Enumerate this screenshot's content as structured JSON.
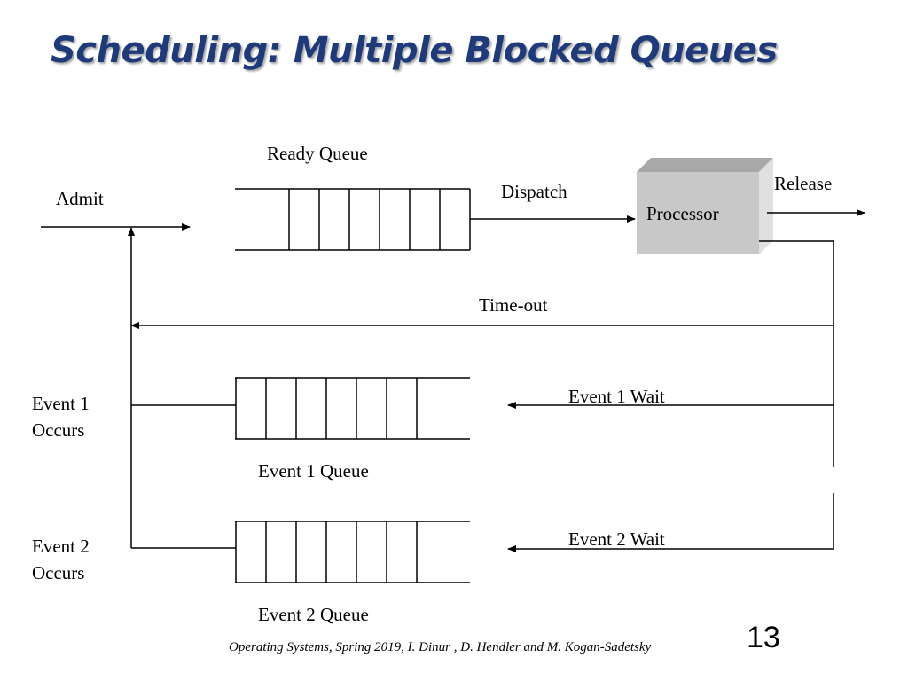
{
  "slide": {
    "title": "Scheduling: Multiple Blocked Queues",
    "footer": "Operating Systems,  Spring 2019, I. Dinur , D. Hendler and M. Kogan-Sadetsky",
    "page_number": "13"
  },
  "diagram": {
    "labels": {
      "ready_queue": "Ready Queue",
      "admit": "Admit",
      "dispatch": "Dispatch",
      "processor": "Processor",
      "release": "Release",
      "time_out": "Time-out",
      "event1_wait": "Event  1 Wait",
      "event1_occurs_line1": "Event 1",
      "event1_occurs_line2": "Occurs",
      "event1_queue": "Event 1 Queue",
      "event2_wait": "Event  2 Wait",
      "event2_occurs_line1": "Event 2",
      "event2_occurs_line2": "Occurs",
      "event2_queue": "Event 2 Queue"
    },
    "colors": {
      "title": "#1f3a7a",
      "processor_front": "#c8c8c8",
      "processor_top": "#a8a8a8",
      "processor_side": "#e0e0e0",
      "lines": "#000000"
    }
  }
}
